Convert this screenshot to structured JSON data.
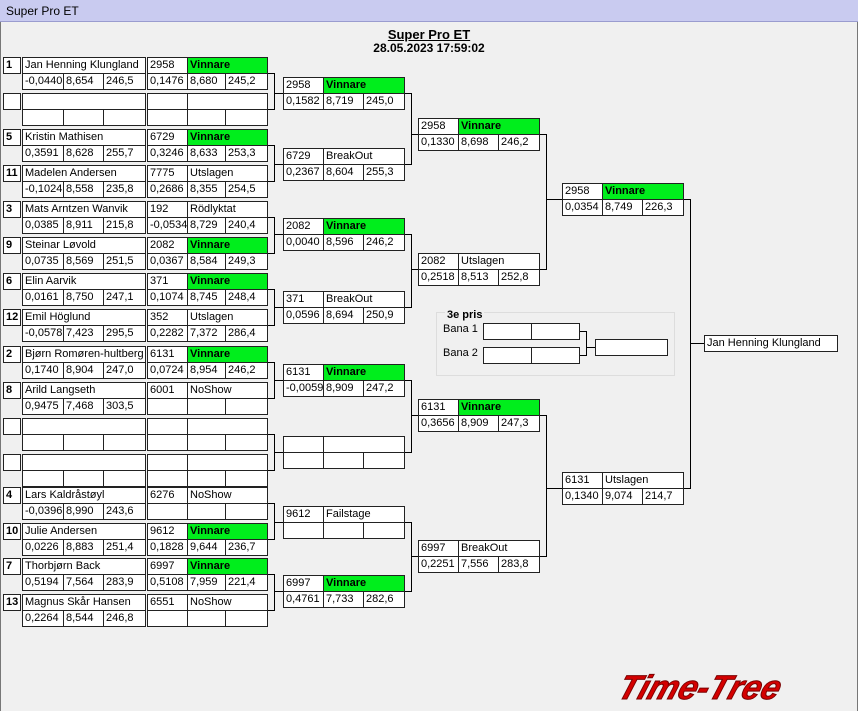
{
  "window": {
    "title": "Super Pro ET"
  },
  "header": {
    "title": "Super Pro ET",
    "datetime": "28.05.2023 17:59:02"
  },
  "third_place": {
    "title": "3e pris",
    "lane1": "Bana 1",
    "lane2": "Bana 2"
  },
  "final": {
    "winner": "Jan Henning Klungland"
  },
  "logo": {
    "text": "Time-Tree"
  },
  "round1": [
    {
      "seed": "1",
      "name": "Jan Henning Klungland",
      "rt": "-0,0440",
      "et": "8,654",
      "sp": "246,5",
      "car": "2958",
      "status": "Vinnare",
      "win": true,
      "rt2": "0,1476",
      "et2": "8,680",
      "sp2": "245,2"
    },
    {
      "seed": "",
      "name": "",
      "rt": "",
      "et": "",
      "sp": "",
      "car": "",
      "status": "",
      "win": false,
      "rt2": "",
      "et2": "",
      "sp2": ""
    },
    {
      "seed": "5",
      "name": "Kristin Mathisen",
      "rt": "0,3591",
      "et": "8,628",
      "sp": "255,7",
      "car": "6729",
      "status": "Vinnare",
      "win": true,
      "rt2": "0,3246",
      "et2": "8,633",
      "sp2": "253,3"
    },
    {
      "seed": "11",
      "name": "Madelen Andersen",
      "rt": "-0,1024",
      "et": "8,558",
      "sp": "235,8",
      "car": "7775",
      "status": "Utslagen",
      "win": false,
      "rt2": "0,2686",
      "et2": "8,355",
      "sp2": "254,5"
    },
    {
      "seed": "3",
      "name": "Mats Arntzen Wanvik",
      "rt": "0,0385",
      "et": "8,911",
      "sp": "215,8",
      "car": "192",
      "status": "Rödlyktat",
      "win": false,
      "rt2": "-0,0534",
      "et2": "8,729",
      "sp2": "240,4"
    },
    {
      "seed": "9",
      "name": "Steinar Løvold",
      "rt": "0,0735",
      "et": "8,569",
      "sp": "251,5",
      "car": "2082",
      "status": "Vinnare",
      "win": true,
      "rt2": "0,0367",
      "et2": "8,584",
      "sp2": "249,3"
    },
    {
      "seed": "6",
      "name": "Elin Aarvik",
      "rt": "0,0161",
      "et": "8,750",
      "sp": "247,1",
      "car": "371",
      "status": "Vinnare",
      "win": true,
      "rt2": "0,1074",
      "et2": "8,745",
      "sp2": "248,4"
    },
    {
      "seed": "12",
      "name": "Emil Höglund",
      "rt": "-0,0578",
      "et": "7,423",
      "sp": "295,5",
      "car": "352",
      "status": "Utslagen",
      "win": false,
      "rt2": "0,2282",
      "et2": "7,372",
      "sp2": "286,4"
    },
    {
      "seed": "2",
      "name": "Bjørn Romøren-hultberg",
      "rt": "0,1740",
      "et": "8,904",
      "sp": "247,0",
      "car": "6131",
      "status": "Vinnare",
      "win": true,
      "rt2": "0,0724",
      "et2": "8,954",
      "sp2": "246,2"
    },
    {
      "seed": "8",
      "name": "Arild Langseth",
      "rt": "0,9475",
      "et": "7,468",
      "sp": "303,5",
      "car": "6001",
      "status": "NoShow",
      "win": false,
      "rt2": "",
      "et2": "",
      "sp2": ""
    },
    {
      "seed": "",
      "name": "",
      "rt": "",
      "et": "",
      "sp": "",
      "car": "",
      "status": "",
      "win": false,
      "rt2": "",
      "et2": "",
      "sp2": ""
    },
    {
      "seed": "",
      "name": "",
      "rt": "",
      "et": "",
      "sp": "",
      "car": "",
      "status": "",
      "win": false,
      "rt2": "",
      "et2": "",
      "sp2": ""
    },
    {
      "seed": "4",
      "name": "Lars Kaldråstøyl",
      "rt": "-0,0396",
      "et": "8,990",
      "sp": "243,6",
      "car": "6276",
      "status": "NoShow",
      "win": false,
      "rt2": "",
      "et2": "",
      "sp2": ""
    },
    {
      "seed": "10",
      "name": "Julie  Andersen",
      "rt": "0,0226",
      "et": "8,883",
      "sp": "251,4",
      "car": "9612",
      "status": "Vinnare",
      "win": true,
      "rt2": "0,1828",
      "et2": "9,644",
      "sp2": "236,7"
    },
    {
      "seed": "7",
      "name": "Thorbjørn Back",
      "rt": "0,5194",
      "et": "7,564",
      "sp": "283,9",
      "car": "6997",
      "status": "Vinnare",
      "win": true,
      "rt2": "0,5108",
      "et2": "7,959",
      "sp2": "221,4"
    },
    {
      "seed": "13",
      "name": "Magnus Skår Hansen",
      "rt": "0,2264",
      "et": "8,544",
      "sp": "246,8",
      "car": "6551",
      "status": "NoShow",
      "win": false,
      "rt2": "",
      "et2": "",
      "sp2": ""
    }
  ],
  "round2": [
    {
      "car": "2958",
      "status": "Vinnare",
      "win": true,
      "rt": "0,1582",
      "et": "8,719",
      "sp": "245,0"
    },
    {
      "car": "6729",
      "status": "BreakOut",
      "win": false,
      "rt": "0,2367",
      "et": "8,604",
      "sp": "255,3"
    },
    {
      "car": "2082",
      "status": "Vinnare",
      "win": true,
      "rt": "0,0040",
      "et": "8,596",
      "sp": "246,2"
    },
    {
      "car": "371",
      "status": "BreakOut",
      "win": false,
      "rt": "0,0596",
      "et": "8,694",
      "sp": "250,9"
    },
    {
      "car": "6131",
      "status": "Vinnare",
      "win": true,
      "rt": "-0,0059",
      "et": "8,909",
      "sp": "247,2"
    },
    {
      "car": "",
      "status": "",
      "win": false,
      "rt": "",
      "et": "",
      "sp": ""
    },
    {
      "car": "9612",
      "status": "Failstage",
      "win": false,
      "rt": "",
      "et": "",
      "sp": ""
    },
    {
      "car": "6997",
      "status": "Vinnare",
      "win": true,
      "rt": "0,4761",
      "et": "7,733",
      "sp": "282,6"
    }
  ],
  "round3": [
    {
      "car": "2958",
      "status": "Vinnare",
      "win": true,
      "rt": "0,1330",
      "et": "8,698",
      "sp": "246,2"
    },
    {
      "car": "2082",
      "status": "Utslagen",
      "win": false,
      "rt": "0,2518",
      "et": "8,513",
      "sp": "252,8"
    },
    {
      "car": "6131",
      "status": "Vinnare",
      "win": true,
      "rt": "0,3656",
      "et": "8,909",
      "sp": "247,3"
    },
    {
      "car": "6997",
      "status": "BreakOut",
      "win": false,
      "rt": "0,2251",
      "et": "7,556",
      "sp": "283,8"
    }
  ],
  "round4": [
    {
      "car": "2958",
      "status": "Vinnare",
      "win": true,
      "rt": "0,0354",
      "et": "8,749",
      "sp": "226,3"
    },
    {
      "car": "6131",
      "status": "Utslagen",
      "win": false,
      "rt": "0,1340",
      "et": "9,074",
      "sp": "214,7"
    }
  ]
}
